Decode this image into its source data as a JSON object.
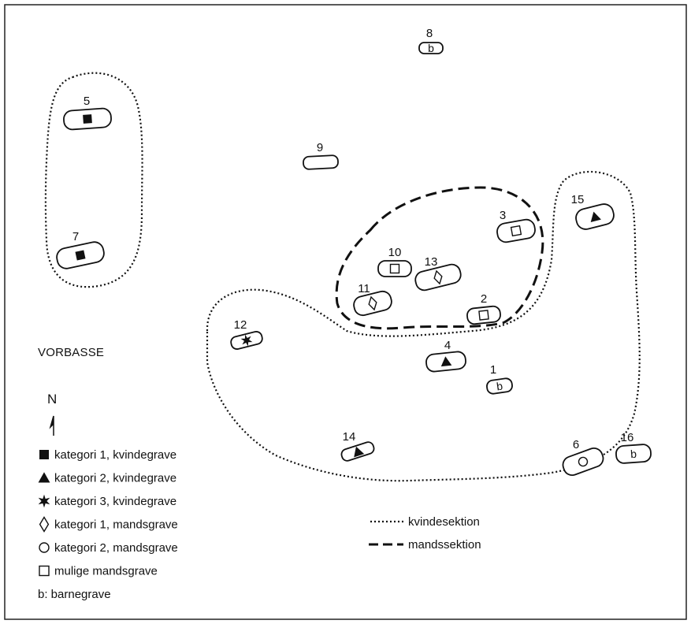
{
  "title": "VORBASSE",
  "north": "N",
  "graves": [
    {
      "id": "8",
      "content": "b"
    },
    {
      "id": "5",
      "content": ""
    },
    {
      "id": "9",
      "content": ""
    },
    {
      "id": "7",
      "content": ""
    },
    {
      "id": "15",
      "content": ""
    },
    {
      "id": "3",
      "content": ""
    },
    {
      "id": "10",
      "content": ""
    },
    {
      "id": "13",
      "content": ""
    },
    {
      "id": "11",
      "content": ""
    },
    {
      "id": "2",
      "content": ""
    },
    {
      "id": "12",
      "content": ""
    },
    {
      "id": "4",
      "content": ""
    },
    {
      "id": "1",
      "content": "b"
    },
    {
      "id": "14",
      "content": ""
    },
    {
      "id": "6",
      "content": ""
    },
    {
      "id": "16",
      "content": "b"
    }
  ],
  "legend": [
    {
      "symbol": "filled-square",
      "label": "kategori 1, kvindegrave"
    },
    {
      "symbol": "filled-triangle",
      "label": "kategori 2, kvindegrave"
    },
    {
      "symbol": "star",
      "label": "kategori 3, kvindegrave"
    },
    {
      "symbol": "diamond",
      "label": "kategori 1, mandsgrave"
    },
    {
      "symbol": "circle",
      "label": "kategori 2, mandsgrave"
    },
    {
      "symbol": "open-square",
      "label": "mulige mandsgrave"
    },
    {
      "symbol": "text-b",
      "label": "b: barnegrave"
    }
  ],
  "line_legend": [
    {
      "style": "dotted",
      "label": "kvindesektion"
    },
    {
      "style": "dashed",
      "label": "mandssektion"
    }
  ]
}
